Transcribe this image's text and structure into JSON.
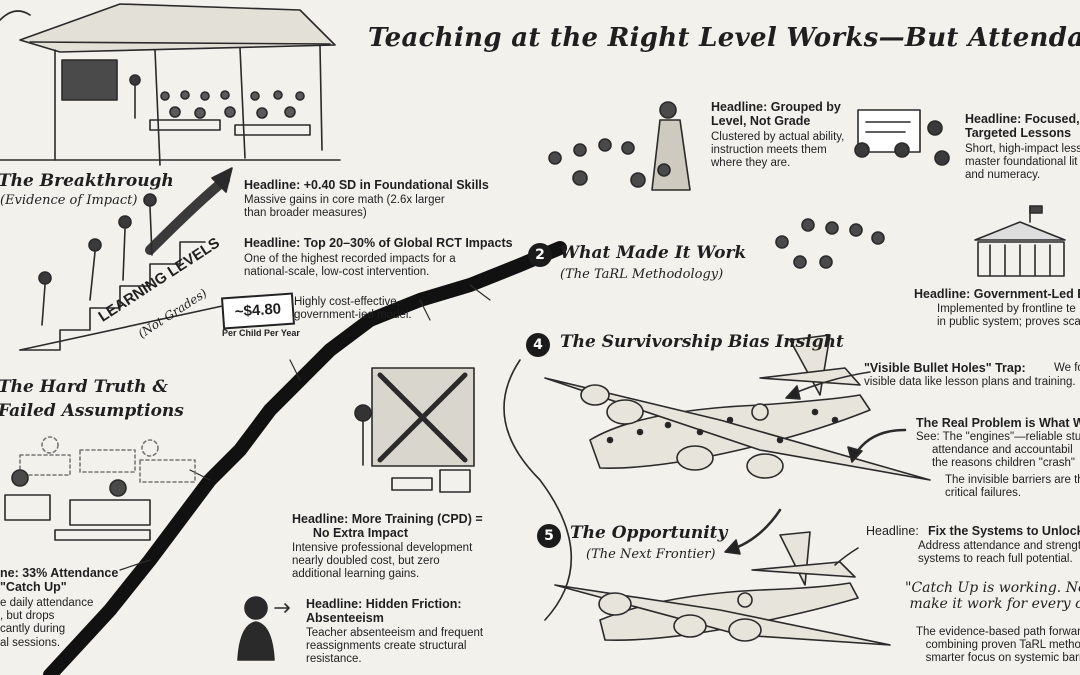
{
  "title": "Teaching at the Right Level Works—But Attendance Holds It Back",
  "breakthrough": {
    "title_line1": "The Breakthrough",
    "title_line2": "(Evidence of Impact)",
    "stairs_label": "LEARNING LEVELS",
    "stairs_sublabel": "(Not Grades)",
    "h1": "Headline: +0.40 SD in Foundational Skills",
    "b1": "Massive gains in core math (2.6x larger\nthan broader measures)",
    "h2": "Headline: Top 20–30% of Global RCT Impacts",
    "b2": "One of the highest recorded impacts for a\nnational-scale, low-cost intervention.",
    "price": "~$4.80",
    "price_caption": "Per Child Per Year",
    "cost_note": "Highly cost-effective,\ngovernment-ied model."
  },
  "hard_truth": {
    "title_line1": "The Hard Truth &",
    "title_line2": "Failed Assumptions",
    "attendance_head": "ne: 33% Attendance\n\"Catch Up\"",
    "attendance_body": "e daily attendance\n, but drops\ncantly during\nal sessions.",
    "training_head": "Headline: More Training (CPD) =\n      No Extra Impact",
    "training_body": "Intensive professional development\nnearly doubled cost, but zero\nadditional learning gains.",
    "friction_head": "Headline: Hidden Friction:\nAbsenteeism",
    "friction_body": "Teacher absenteeism and frequent\nreassignments create structural\nresistance."
  },
  "method": {
    "badge": "2",
    "title": "What Made It Work",
    "subtitle": "(The TaRL Methodology)",
    "grouped_head": "Headline: Grouped by\nLevel, Not Grade",
    "grouped_body": "Clustered by actual ability,\ninstruction meets them\nwhere they are.",
    "focused_head": "Headline: Focused,\nTargeted Lessons",
    "focused_body": "Short, high-impact less\nmaster foundational lit\nand numeracy.",
    "gov_head": "Headline: Government-Led Exe",
    "gov_body": "Implemented by frontline te\nin public system; proves sca"
  },
  "survivorship": {
    "badge": "4",
    "title": "The Survivorship Bias Insight",
    "bullet_head": "\"Visible Bullet Holes\" Trap:",
    "bullet_body": "We focus on",
    "bullet_body2": "visible data like lesson plans and training.",
    "real_head": "The Real Problem is What We",
    "real_body": "See: The \"engines\"—reliable stud\n     attendance and accountabil\n     the reasons children \"crash\"",
    "barriers": "The invisible barriers are th\ncritical failures."
  },
  "opportunity": {
    "badge": "5",
    "title": "The Opportunity",
    "subtitle": "(The Next Frontier)",
    "fix_head_prefix": "Headline:",
    "fix_head": "Fix the Systems to Unlock the",
    "fix_body": "Address attendance and strength\nsystems to reach full potential.",
    "quote": "\"Catch Up is working. Now w\n make it work for every chil",
    "path": "The evidence-based path forward\n   combining proven TaRL methods\n   smarter focus on systemic barri"
  },
  "colors": {
    "background": "#f3f1ec",
    "ink": "#1f1f1f"
  }
}
